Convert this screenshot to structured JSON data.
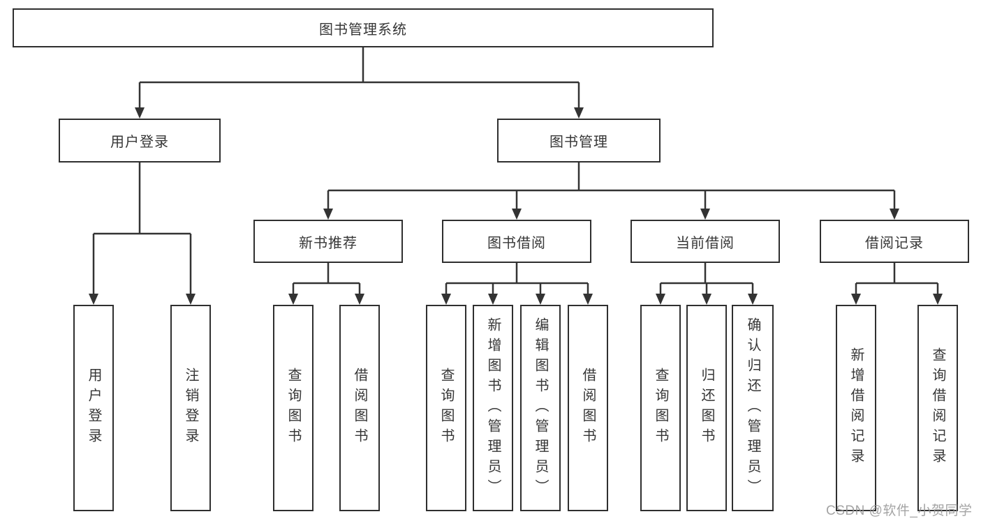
{
  "tree": {
    "root": "图书管理系统",
    "branches": {
      "user_login": {
        "label": "用户登录",
        "leaves": [
          "用户登录",
          "注销登录"
        ]
      },
      "book_mgmt": {
        "label": "图书管理",
        "sections": {
          "new_books": {
            "label": "新书推荐",
            "leaves": [
              "查询图书",
              "借阅图书"
            ]
          },
          "borrowing": {
            "label": "图书借阅",
            "leaves": [
              "查询图书",
              "新增图书（管理员）",
              "编辑图书（管理员）",
              "借阅图书"
            ]
          },
          "current": {
            "label": "当前借阅",
            "leaves": [
              "查询图书",
              "归还图书",
              "确认归还（管理员）"
            ]
          },
          "records": {
            "label": "借阅记录",
            "leaves": [
              "新增借阅记录",
              "查询借阅记录"
            ]
          }
        }
      }
    }
  },
  "watermark": "CSDN @软件_小贺同学",
  "colors": {
    "line": "#333333",
    "box_border": "#2f2f2f",
    "text": "#363636",
    "background": "#ffffff",
    "watermark": "#949494"
  }
}
